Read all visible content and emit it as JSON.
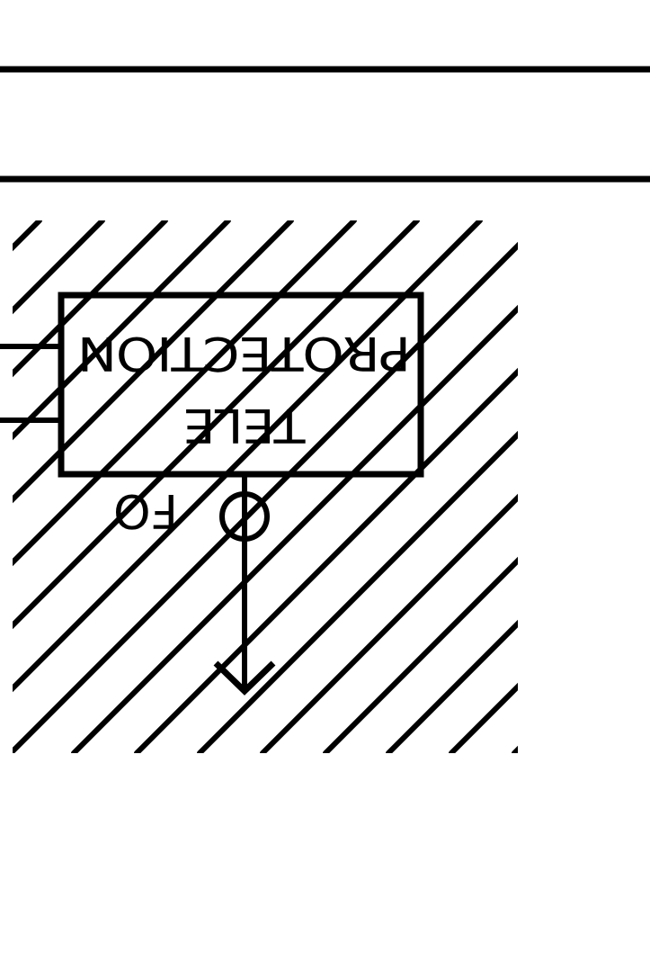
{
  "diagram": {
    "box_label_line1": "PROTECTION",
    "box_label_line2": "TELE",
    "connector_label": "FO",
    "orientation": "rotated-180",
    "colors": {
      "stroke": "#000000",
      "background": "#ffffff",
      "hatch": "#000000"
    },
    "icons": {
      "connector_symbol": "circle-with-vertical-line",
      "arrow": "downward-arrow"
    }
  }
}
